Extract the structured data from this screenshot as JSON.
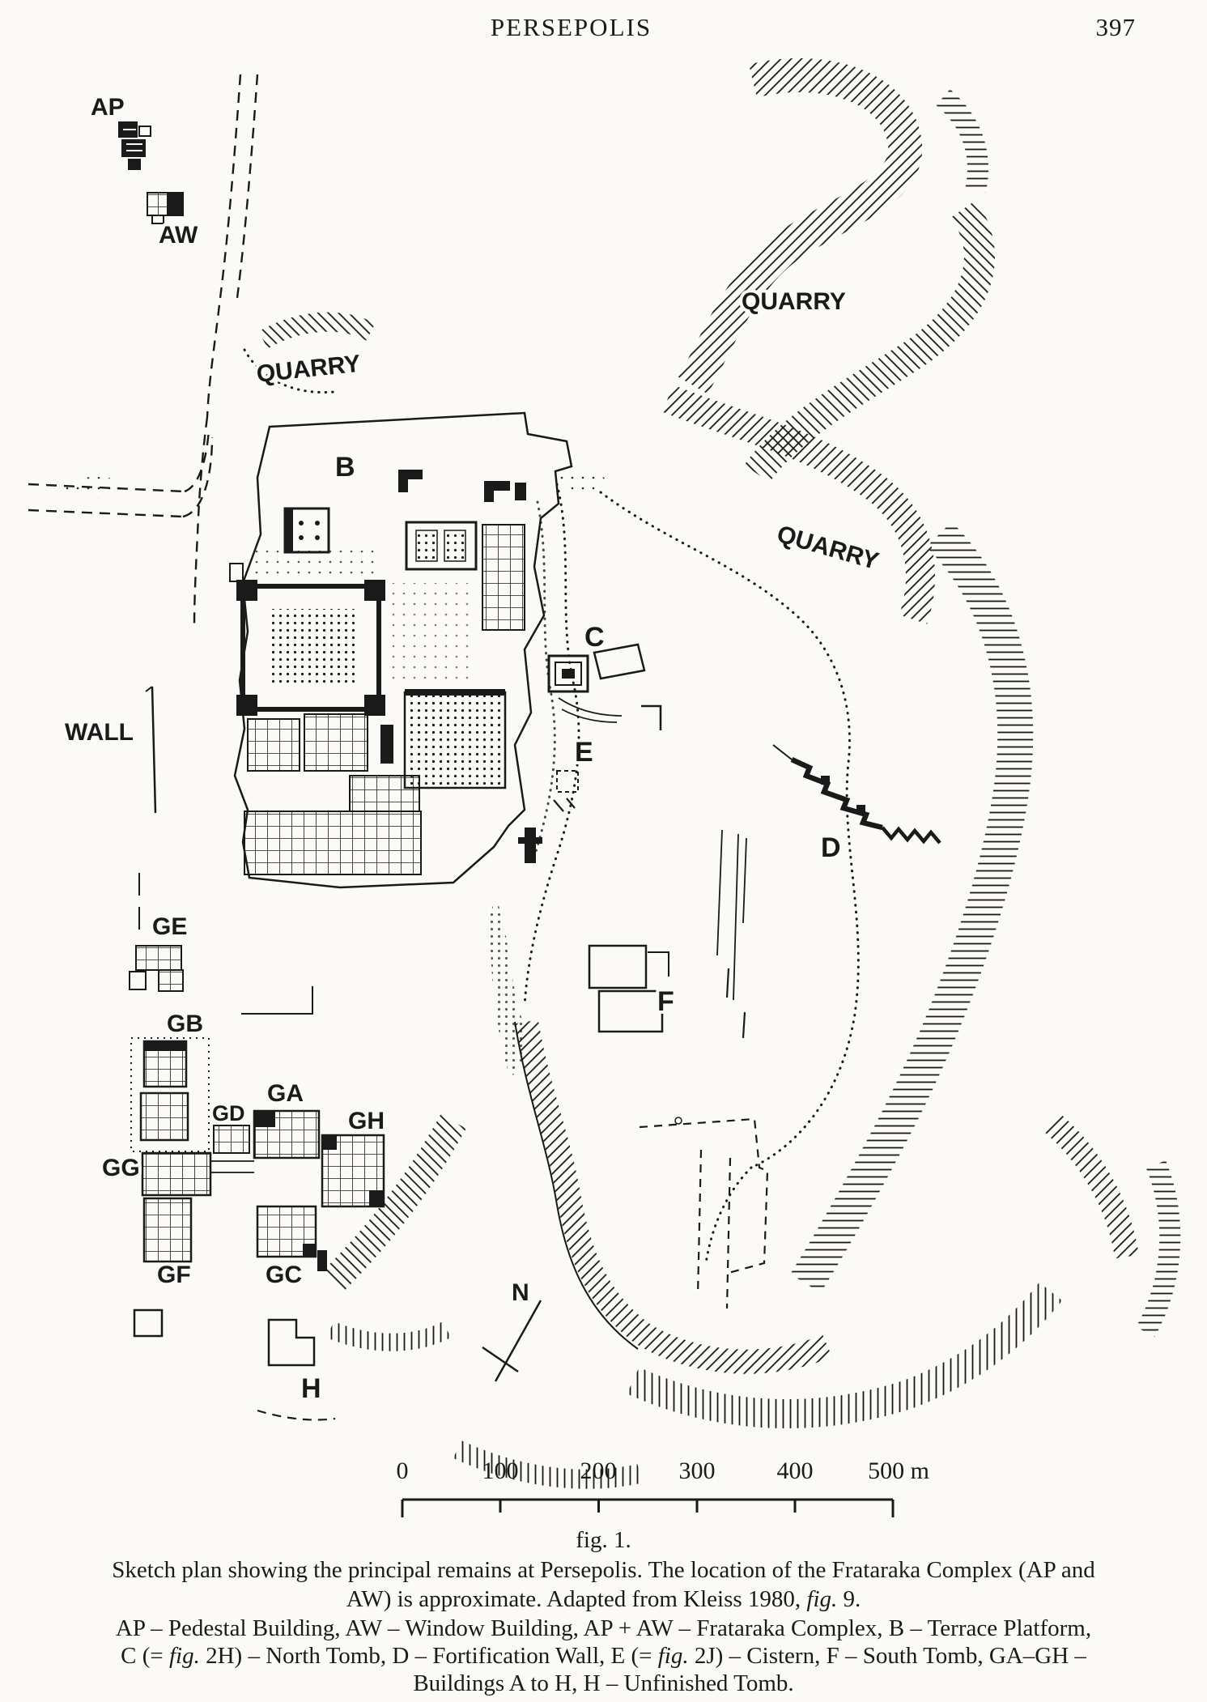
{
  "page": {
    "title": "PERSEPOLIS",
    "page_number": "397"
  },
  "figure": {
    "fig_label": "fig. 1.",
    "caption_line1": "Sketch plan showing the principal remains at Persepolis. The location of the Frataraka Complex (AP and",
    "caption_line2_pre": "AW) is approximate. Adapted from Kleiss 1980, ",
    "caption_line2_fig": "fig.",
    "caption_line2_post": " 9."
  },
  "legend": {
    "line1": "AP – Pedestal Building, AW – Window Building, AP + AW – Frataraka Complex, B – Terrace Platform,",
    "line2_a": "C (= ",
    "line2_fig1": "fig.",
    "line2_b": " 2H) – North Tomb, D – Fortification Wall, E (= ",
    "line2_fig2": "fig.",
    "line2_c": " 2J) – Cistern, F – South Tomb, GA–GH –",
    "line3": "Buildings A to H, H – Unfinished Tomb."
  },
  "map": {
    "labels": {
      "ap": "AP",
      "aw": "AW",
      "quarry_west": "QUARRY",
      "quarry_northeast": "QUARRY",
      "quarry_east": "QUARRY",
      "b": "B",
      "c": "C",
      "d": "D",
      "e": "E",
      "f": "F",
      "h": "H",
      "n": "N",
      "wall": "WALL",
      "ge": "GE",
      "gb": "GB",
      "gd": "GD",
      "ga": "GA",
      "gh": "GH",
      "gg": "GG",
      "gf": "GF",
      "gc": "GC"
    },
    "scale_bar": {
      "ticks": [
        "0",
        "100",
        "200",
        "300",
        "400",
        "500 m"
      ]
    }
  },
  "colors": {
    "ink": "#1a1a1a",
    "paper": "#fbfaf6"
  }
}
